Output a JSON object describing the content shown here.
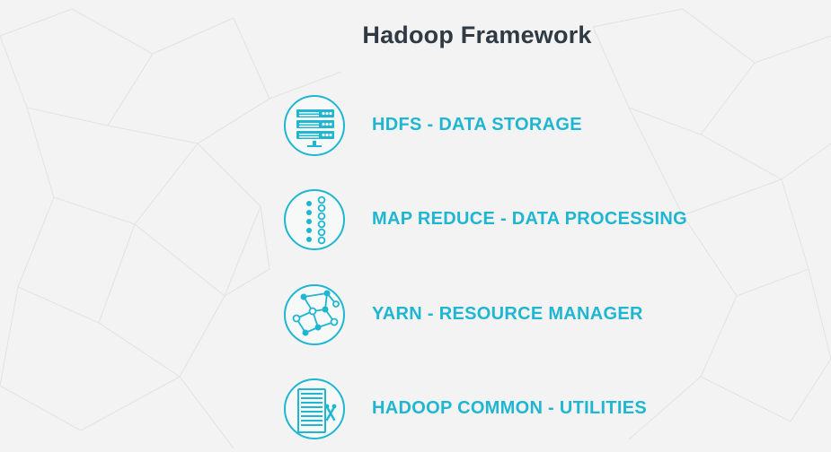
{
  "title": "Hadoop Framework",
  "items": [
    {
      "label": "HDFS - DATA STORAGE",
      "icon": "server-rack-icon"
    },
    {
      "label": "MAP REDUCE - DATA PROCESSING",
      "icon": "dot-matrix-icon"
    },
    {
      "label": "YARN - RESOURCE MANAGER",
      "icon": "network-graph-icon"
    },
    {
      "label": "HADOOP COMMON - UTILITIES",
      "icon": "server-tools-icon"
    }
  ],
  "accent_color": "#1fb6d2",
  "title_color": "#2f3a44"
}
